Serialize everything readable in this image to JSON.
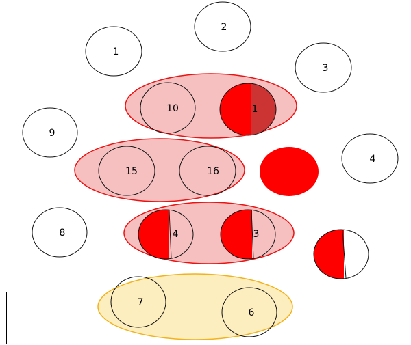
{
  "colors": {
    "group_fill": "#f6c0c0",
    "group_stroke": "#ee1111",
    "group_alt_fill": "#fdeebf",
    "group_alt_stroke": "#f3b21a",
    "node_stroke": "#111111",
    "node_fill": "#ffffff",
    "mark_red": "#ff0000",
    "mark_dark": "#cc3333"
  },
  "nodes": {
    "n1": "1",
    "n2": "2",
    "n3": "3",
    "n4": "4",
    "n8": "8",
    "n9": "9",
    "n10": "10",
    "n11": "1",
    "n15": "15",
    "n16": "16",
    "n14": "4",
    "n13": "3",
    "n6": "6",
    "n7": "7"
  }
}
